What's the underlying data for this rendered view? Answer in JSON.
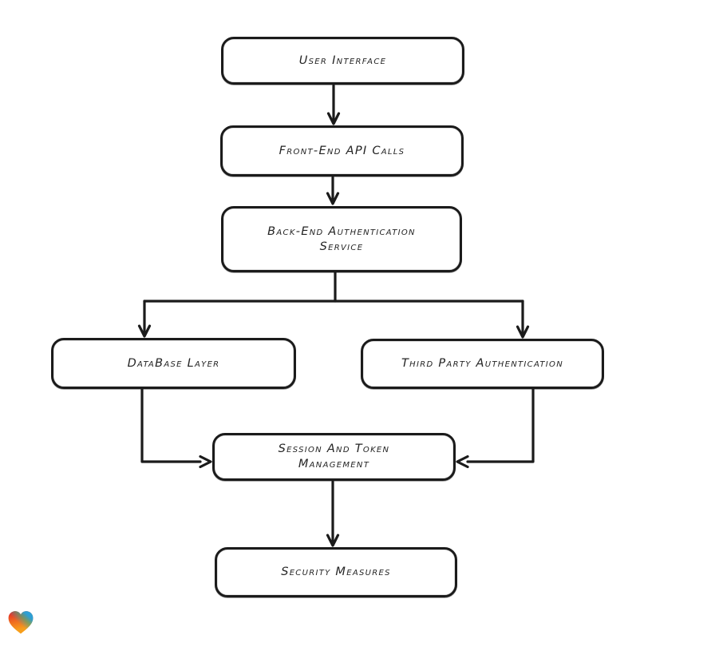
{
  "diagram": {
    "background": "#ffffff",
    "stroke_color": "#1b1b1b",
    "node_fill": "#ffffff",
    "text_color": "#242424",
    "nodes": [
      {
        "id": "user-interface",
        "label": "User Interface"
      },
      {
        "id": "front-end-api-calls",
        "label": "Front-End API Calls"
      },
      {
        "id": "back-end-authentication-service",
        "label": "Back-End Authentication\nService"
      },
      {
        "id": "database-layer",
        "label": "DataBase Layer"
      },
      {
        "id": "third-party-authentication",
        "label": "Third Party Authentication"
      },
      {
        "id": "session-and-token-management",
        "label": "Session And Token\nManagement"
      },
      {
        "id": "security-measures",
        "label": "Security Measures"
      }
    ],
    "edges": [
      {
        "from": "user-interface",
        "to": "front-end-api-calls"
      },
      {
        "from": "front-end-api-calls",
        "to": "back-end-authentication-service"
      },
      {
        "from": "back-end-authentication-service",
        "to": "database-layer"
      },
      {
        "from": "back-end-authentication-service",
        "to": "third-party-authentication"
      },
      {
        "from": "database-layer",
        "to": "session-and-token-management"
      },
      {
        "from": "third-party-authentication",
        "to": "session-and-token-management"
      },
      {
        "from": "session-and-token-management",
        "to": "security-measures"
      }
    ],
    "watermark": {
      "icon": "heart-logo-icon",
      "colors": {
        "red": "#e2262c",
        "blue": "#2e9fd4",
        "orange": "#f79e1b"
      }
    }
  }
}
